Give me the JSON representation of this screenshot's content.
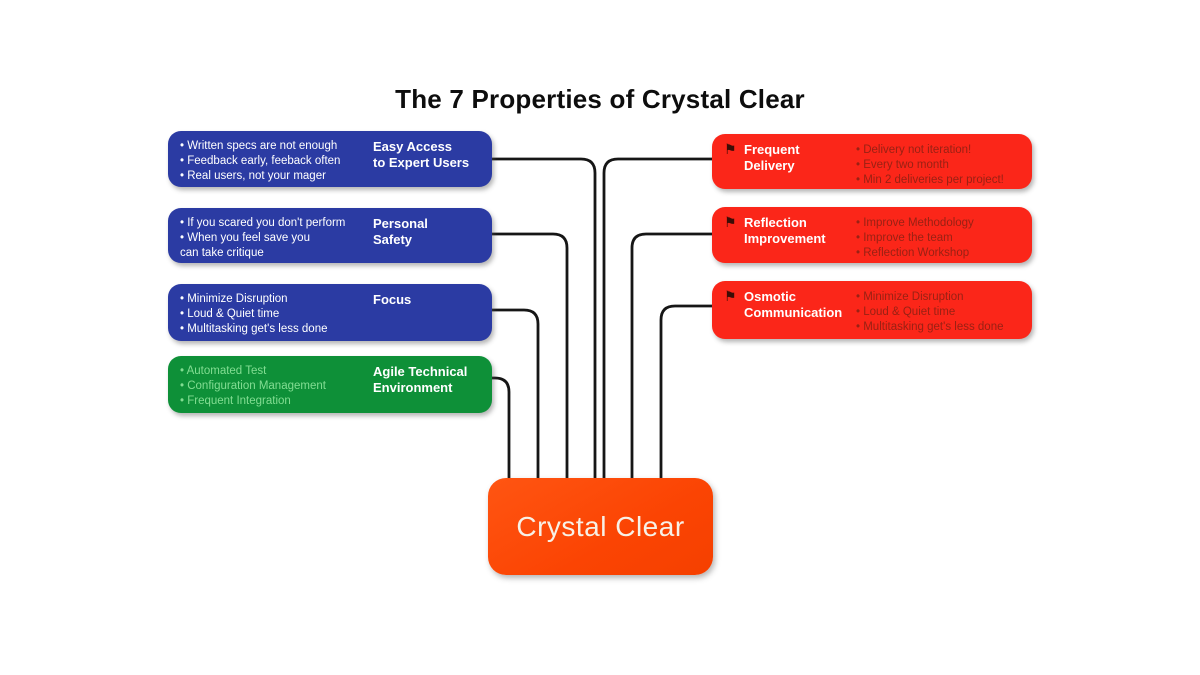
{
  "title": "The 7 Properties of Crystal Clear",
  "icons": {
    "flag": "⚑"
  },
  "colors": {
    "blue_box": "#2b3ba3",
    "green_box": "#0e9038",
    "red_box": "#fb2619",
    "center_box": "#fb4403",
    "connector_line": "#161616",
    "blue_bullet_text": "#ffffff",
    "green_bullet_text": "#82dd92",
    "red_bullet_text": "#992114",
    "title_text": "#0d0d0d"
  },
  "center": {
    "label": "Crystal Clear"
  },
  "left_boxes": [
    {
      "label": "Easy Access\nto Expert Users",
      "bullets": [
        "• Written specs are not enough",
        "• Feedback early, feeback often",
        "• Real users, not your mager"
      ]
    },
    {
      "label": "Personal\nSafety",
      "bullets": [
        "• If you scared you don't perform",
        "• When you feel save you",
        "can take critique"
      ]
    },
    {
      "label": "Focus",
      "bullets": [
        "• Minimize Disruption",
        "• Loud & Quiet time",
        "• Multitasking get's less done"
      ]
    },
    {
      "label": "Agile Technical\nEnvironment",
      "bullets": [
        "• Automated Test",
        "• Configuration Management",
        "• Frequent Integration"
      ]
    }
  ],
  "right_boxes": [
    {
      "label": "Frequent\nDelivery",
      "bullets": [
        "• Delivery not iteration!",
        "• Every two month",
        "• Min 2 deliveries per project!"
      ]
    },
    {
      "label": "Reflection\nImprovement",
      "bullets": [
        "• Improve Methodology",
        "• Improve the team",
        "• Reflection Workshop"
      ]
    },
    {
      "label": "Osmotic\nCommunication",
      "bullets": [
        "• Minimize Disruption",
        "• Loud & Quiet time",
        "• Multitasking get's less done"
      ]
    }
  ]
}
